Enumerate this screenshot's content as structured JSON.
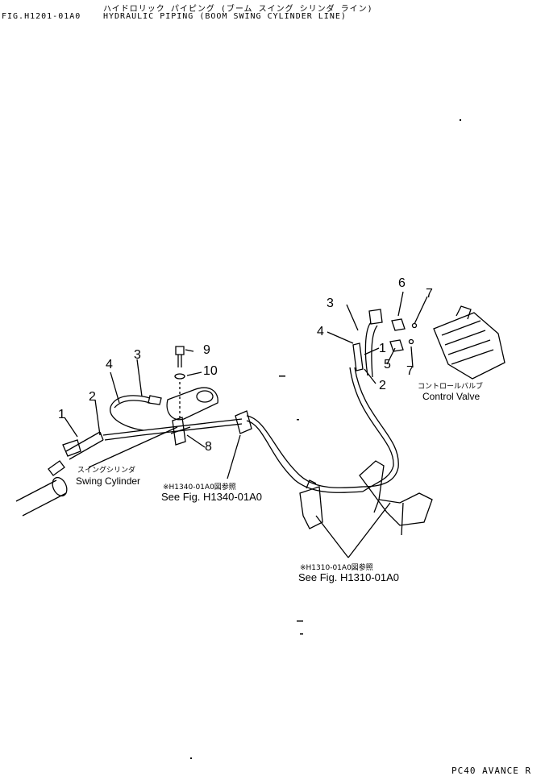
{
  "header": {
    "fig_number": "FIG.H1201-01A0",
    "title_jp": "ハイドロリック パイピング (ブーム スイング シリンダ ライン)",
    "title_en": "HYDRAULIC PIPING (BOOM SWING CYLINDER LINE)"
  },
  "callouts": {
    "swing_cylinder_jp": "スイングシリンダ",
    "swing_cylinder_en": "Swing Cylinder",
    "control_valve_jp": "コントロールバルブ",
    "control_valve_en": "Control Valve",
    "ref1_jp": "※H1340-01A0図参照",
    "ref1_en": "See Fig. H1340-01A0",
    "ref2_jp": "※H1310-01A0図参照",
    "ref2_en": "See Fig. H1310-01A0"
  },
  "part_numbers": [
    "1",
    "2",
    "3",
    "4",
    "5",
    "6",
    "7",
    "8",
    "9",
    "10"
  ],
  "footer": {
    "model": "PC40 AVANCE R"
  }
}
